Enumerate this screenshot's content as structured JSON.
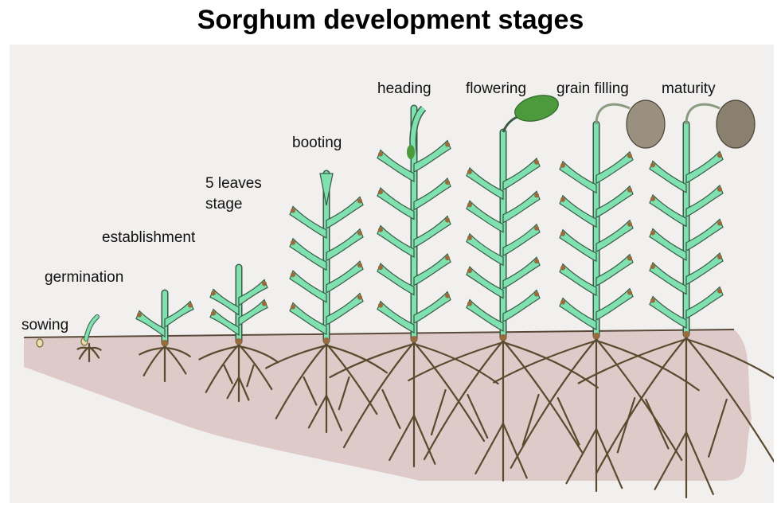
{
  "title": "Sorghum development stages",
  "stages": [
    {
      "label_lines": [
        "sowing"
      ]
    },
    {
      "label_lines": [
        "germination"
      ]
    },
    {
      "label_lines": [
        "establishment"
      ]
    },
    {
      "label_lines": [
        "5 leaves",
        "stage"
      ]
    },
    {
      "label_lines": [
        "booting"
      ]
    },
    {
      "label_lines": [
        "heading"
      ]
    },
    {
      "label_lines": [
        "flowering"
      ]
    },
    {
      "label_lines": [
        "grain filling"
      ]
    },
    {
      "label_lines": [
        "maturity"
      ]
    }
  ],
  "colors": {
    "paper": "#f2f0ee",
    "soil": "#dcc3c3",
    "stem": "#7fe0b0",
    "stem_outline": "#3a5a45",
    "node": "#9a6a3a",
    "root": "#5a4a2e",
    "panicle_green": "#4c9a3c",
    "panicle_mature": "#8a8070"
  }
}
